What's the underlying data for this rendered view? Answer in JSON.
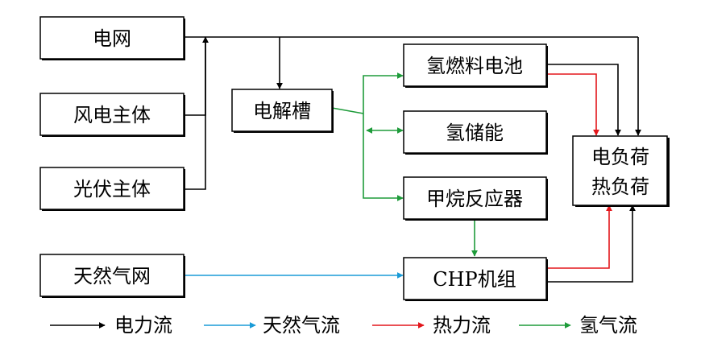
{
  "nodes": {
    "grid": "电网",
    "wind": "风电主体",
    "pv": "光伏主体",
    "gas_grid": "天然气网",
    "electrolyzer": "电解槽",
    "fuel_cell": "氢燃料电池",
    "h2_storage": "氢储能",
    "methanation": "甲烷反应器",
    "chp": "CHP机组",
    "load_elec": "电负荷",
    "load_heat": "热负荷"
  },
  "legend": [
    {
      "key": "power",
      "label": "电力流",
      "color": "#000000"
    },
    {
      "key": "gas",
      "label": "天然气流",
      "color": "#1a9bd7"
    },
    {
      "key": "heat",
      "label": "热力流",
      "color": "#e3161b"
    },
    {
      "key": "hydrogen",
      "label": "氢气流",
      "color": "#1e9b3a"
    }
  ],
  "colors": {
    "power": "#000000",
    "gas": "#1a9bd7",
    "heat": "#e3161b",
    "hydrogen": "#1e9b3a"
  }
}
